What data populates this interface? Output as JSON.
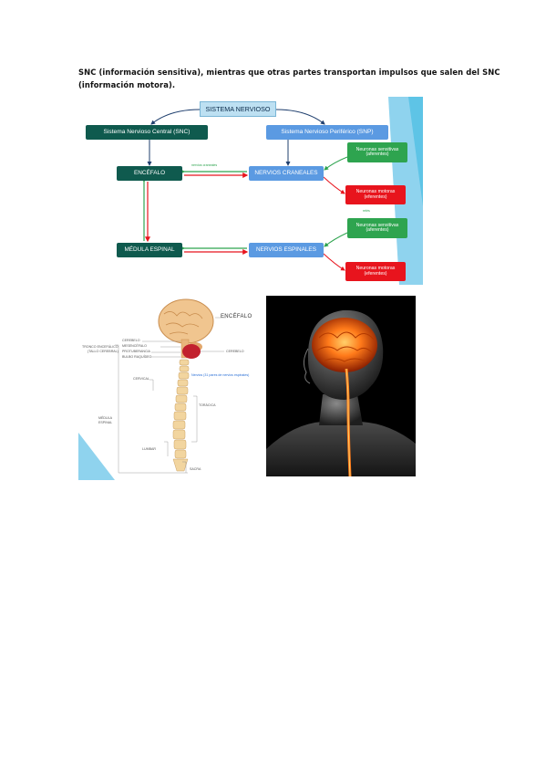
{
  "document": {
    "paragraph_lines": [
      "SNC (información sensitiva), mientras que otras partes transportan impulsos que salen del SNC",
      "(información motora)."
    ]
  },
  "diagram": {
    "root": "SISTEMA NERVIOSO",
    "snc": "Sistema Nervioso Central (SNC)",
    "snp": "Sistema Nervioso Periférico (SNP)",
    "encefalo": "ENCÉFALO",
    "nervios_craneales": "NERVIOS CRANEALES",
    "medula": "MÉDULA ESPINAL",
    "nervios_espinales": "NERVIOS ESPINALES",
    "sensitivas_1": "Neuronas sensitivas (aferentes)",
    "motoras_1": "Neuronas motoras (eferentes)",
    "sensitivas_2": "Neuronas sensitivas (aferentes)",
    "motoras_2": "Neuronas motoras (eferentes)",
    "note_nc": "nervios craneales",
    "note_rel": "relés"
  },
  "anatomy": {
    "encefalo": "ENCÉFALO",
    "left_top": [
      "TRONCO ENCEFÁLICO",
      "(TALLO CEREBRAL)"
    ],
    "left_bottom": [
      "MÉDULA",
      "ESPINAL"
    ],
    "mid_labels": [
      "CEREBELO",
      "MESENCÉFALO",
      "PROTUBERANCIA",
      "BULBO RAQUÍDEO"
    ],
    "cerebelo_right": "CEREBELO",
    "cervical": "CERVICAL",
    "blue_note": "Nervios (31 pares de nervios espinales)",
    "toracica": "TORÁCICA",
    "lumbar": "LUMBAR",
    "sacra": "SACRA"
  },
  "colors": {
    "dark_green": "#0f5a4e",
    "blue": "#5b9ae2",
    "green": "#2ea44f",
    "red": "#e8141d",
    "accent": "#5ec4e6"
  }
}
